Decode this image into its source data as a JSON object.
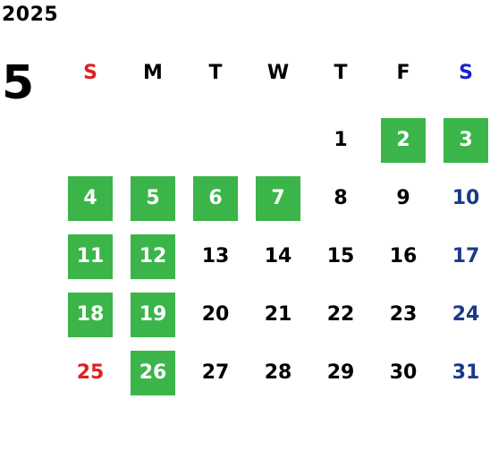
{
  "header": {
    "year": "2025",
    "month": "5"
  },
  "colors": {
    "highlight_bg": "#3bb54a",
    "highlight_text": "#ffffff",
    "sunday_header": "#e02020",
    "saturday_header": "#1a22cc",
    "holiday": "#e02020",
    "saturday": "#1a3a8a",
    "weekday": "#000000"
  },
  "weekdays": [
    {
      "label": "S",
      "kind": "sun"
    },
    {
      "label": "M",
      "kind": "wk"
    },
    {
      "label": "T",
      "kind": "wk"
    },
    {
      "label": "W",
      "kind": "wk"
    },
    {
      "label": "T",
      "kind": "wk"
    },
    {
      "label": "F",
      "kind": "wk"
    },
    {
      "label": "S",
      "kind": "sat"
    }
  ],
  "weeks": [
    [
      {
        "day": "",
        "hl": false,
        "kind": "wk"
      },
      {
        "day": "",
        "hl": false,
        "kind": "wk"
      },
      {
        "day": "",
        "hl": false,
        "kind": "wk"
      },
      {
        "day": "",
        "hl": false,
        "kind": "wk"
      },
      {
        "day": "1",
        "hl": false,
        "kind": "wk"
      },
      {
        "day": "2",
        "hl": true,
        "kind": "wk"
      },
      {
        "day": "3",
        "hl": true,
        "kind": "sat"
      }
    ],
    [
      {
        "day": "4",
        "hl": true,
        "kind": "sun"
      },
      {
        "day": "5",
        "hl": true,
        "kind": "wk"
      },
      {
        "day": "6",
        "hl": true,
        "kind": "wk"
      },
      {
        "day": "7",
        "hl": true,
        "kind": "wk"
      },
      {
        "day": "8",
        "hl": false,
        "kind": "wk"
      },
      {
        "day": "9",
        "hl": false,
        "kind": "wk"
      },
      {
        "day": "10",
        "hl": false,
        "kind": "sat"
      }
    ],
    [
      {
        "day": "11",
        "hl": true,
        "kind": "sun"
      },
      {
        "day": "12",
        "hl": true,
        "kind": "wk"
      },
      {
        "day": "13",
        "hl": false,
        "kind": "wk"
      },
      {
        "day": "14",
        "hl": false,
        "kind": "wk"
      },
      {
        "day": "15",
        "hl": false,
        "kind": "wk"
      },
      {
        "day": "16",
        "hl": false,
        "kind": "wk"
      },
      {
        "day": "17",
        "hl": false,
        "kind": "sat"
      }
    ],
    [
      {
        "day": "18",
        "hl": true,
        "kind": "sun"
      },
      {
        "day": "19",
        "hl": true,
        "kind": "wk"
      },
      {
        "day": "20",
        "hl": false,
        "kind": "wk"
      },
      {
        "day": "21",
        "hl": false,
        "kind": "wk"
      },
      {
        "day": "22",
        "hl": false,
        "kind": "wk"
      },
      {
        "day": "23",
        "hl": false,
        "kind": "wk"
      },
      {
        "day": "24",
        "hl": false,
        "kind": "sat"
      }
    ],
    [
      {
        "day": "25",
        "hl": false,
        "kind": "sun"
      },
      {
        "day": "26",
        "hl": true,
        "kind": "wk"
      },
      {
        "day": "27",
        "hl": false,
        "kind": "wk"
      },
      {
        "day": "28",
        "hl": false,
        "kind": "wk"
      },
      {
        "day": "29",
        "hl": false,
        "kind": "wk"
      },
      {
        "day": "30",
        "hl": false,
        "kind": "wk"
      },
      {
        "day": "31",
        "hl": false,
        "kind": "sat"
      }
    ]
  ]
}
